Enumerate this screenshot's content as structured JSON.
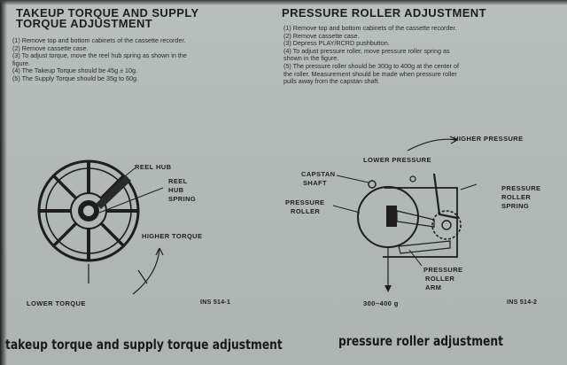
{
  "left_section": {
    "title_line1": "TAKEUP TORQUE AND SUPPLY",
    "title_line2": "TORQUE ADJUSTMENT",
    "steps": [
      "(1) Remove top and bottom cabinets of the cassette recorder.",
      "(2) Remove cassette case.",
      "(3) To adjust torque, move the reel hub spring as shown in the",
      "figure.",
      "(4) The Takeup Torque should be 45g ± 10g.",
      "(5) The Supply Torque should be 35g to 60g."
    ],
    "diagram": {
      "label_reel_hub": "REEL HUB",
      "label_reel_hub_spring_1": "REEL",
      "label_reel_hub_spring_2": "HUB",
      "label_reel_hub_spring_3": "SPRING",
      "label_higher_torque": "HIGHER TORQUE",
      "label_lower_torque": "LOWER TORQUE",
      "ref_code": "INS 514-1"
    },
    "caption": "takeup torque and supply torque adjustment"
  },
  "right_section": {
    "title": "PRESSURE ROLLER ADJUSTMENT",
    "steps": [
      "(1) Remove top and bottom cabinets of the cassette recorder.",
      "(2) Remove cassette case.",
      "(3) Depress PLAY/RCRD pushbutton.",
      "(4) To adjust pressure roller, move pressure roller spring as",
      "shown in the figure.",
      "(5) The pressure roller should be 300g to 400g at the center of",
      "the roller. Measurement should be made when pressure roller",
      "pulls away from the capstan shaft."
    ],
    "diagram": {
      "label_higher_pressure": "HIGHER PRESSURE",
      "label_lower_pressure": "LOWER PRESSURE",
      "label_capstan_1": "CAPSTAN",
      "label_capstan_2": "SHAFT",
      "label_pressure_roller_1": "PRESSURE",
      "label_pressure_roller_2": "ROLLER",
      "label_roller_spring_1": "PRESSURE",
      "label_roller_spring_2": "ROLLER",
      "label_roller_spring_3": "SPRING",
      "label_roller_arm_1": "PRESSURE",
      "label_roller_arm_2": "ROLLER",
      "label_roller_arm_3": "ARM",
      "label_force": "300~400 g",
      "ref_code": "INS 514-2"
    },
    "caption": "pressure roller adjustment"
  }
}
